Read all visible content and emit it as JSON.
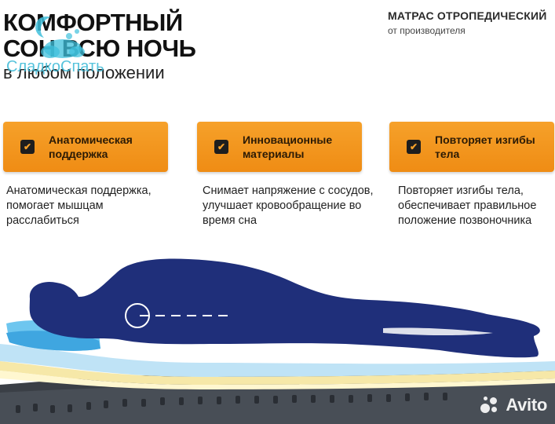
{
  "header": {
    "headline_line1": "КОМФОРТНЫЙ",
    "headline_line2": "СОН ВСЮ НОЧЬ",
    "headline_line3": "в любом положении",
    "logo_text": "СладкоСпать"
  },
  "brand": {
    "title": "МАТРАС ОТРОПЕДИЧЕСКИЙ",
    "subtitle": "от производителя"
  },
  "features": [
    {
      "icon": "checkbox-icon",
      "label": "Анатомическая поддержка",
      "description": "Анатомическая поддержка, помогает мышцам расслабиться"
    },
    {
      "icon": "checkbox-icon",
      "label": "Инновационные материалы",
      "description": "Снимает напряжение с сосудов, улучшает кровообращение во время сна"
    },
    {
      "icon": "checkbox-icon",
      "label": "Повторяет изгибы тела",
      "description": "Повторяет изгибы тела, обеспечивает правильное положение позвоночника"
    }
  ],
  "check_glyph": "✔",
  "watermark": {
    "text": "Avito"
  },
  "colors": {
    "card": "#f39a20",
    "body_silhouette": "#1f2f7a",
    "pillow": "#6ec6ef",
    "mattress_dark": "#3a3f46",
    "layer_cream": "#f6e8a8",
    "layer_blue": "#bfe3f6"
  }
}
